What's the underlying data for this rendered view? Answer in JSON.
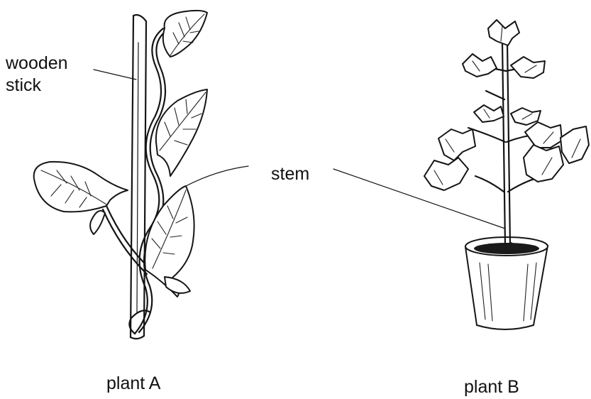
{
  "labels": {
    "wooden_stick": "wooden\nstick",
    "stem": "stem",
    "plant_a": "plant A",
    "plant_b": "plant B"
  },
  "colors": {
    "ink": "#151515",
    "background": "#ffffff"
  }
}
